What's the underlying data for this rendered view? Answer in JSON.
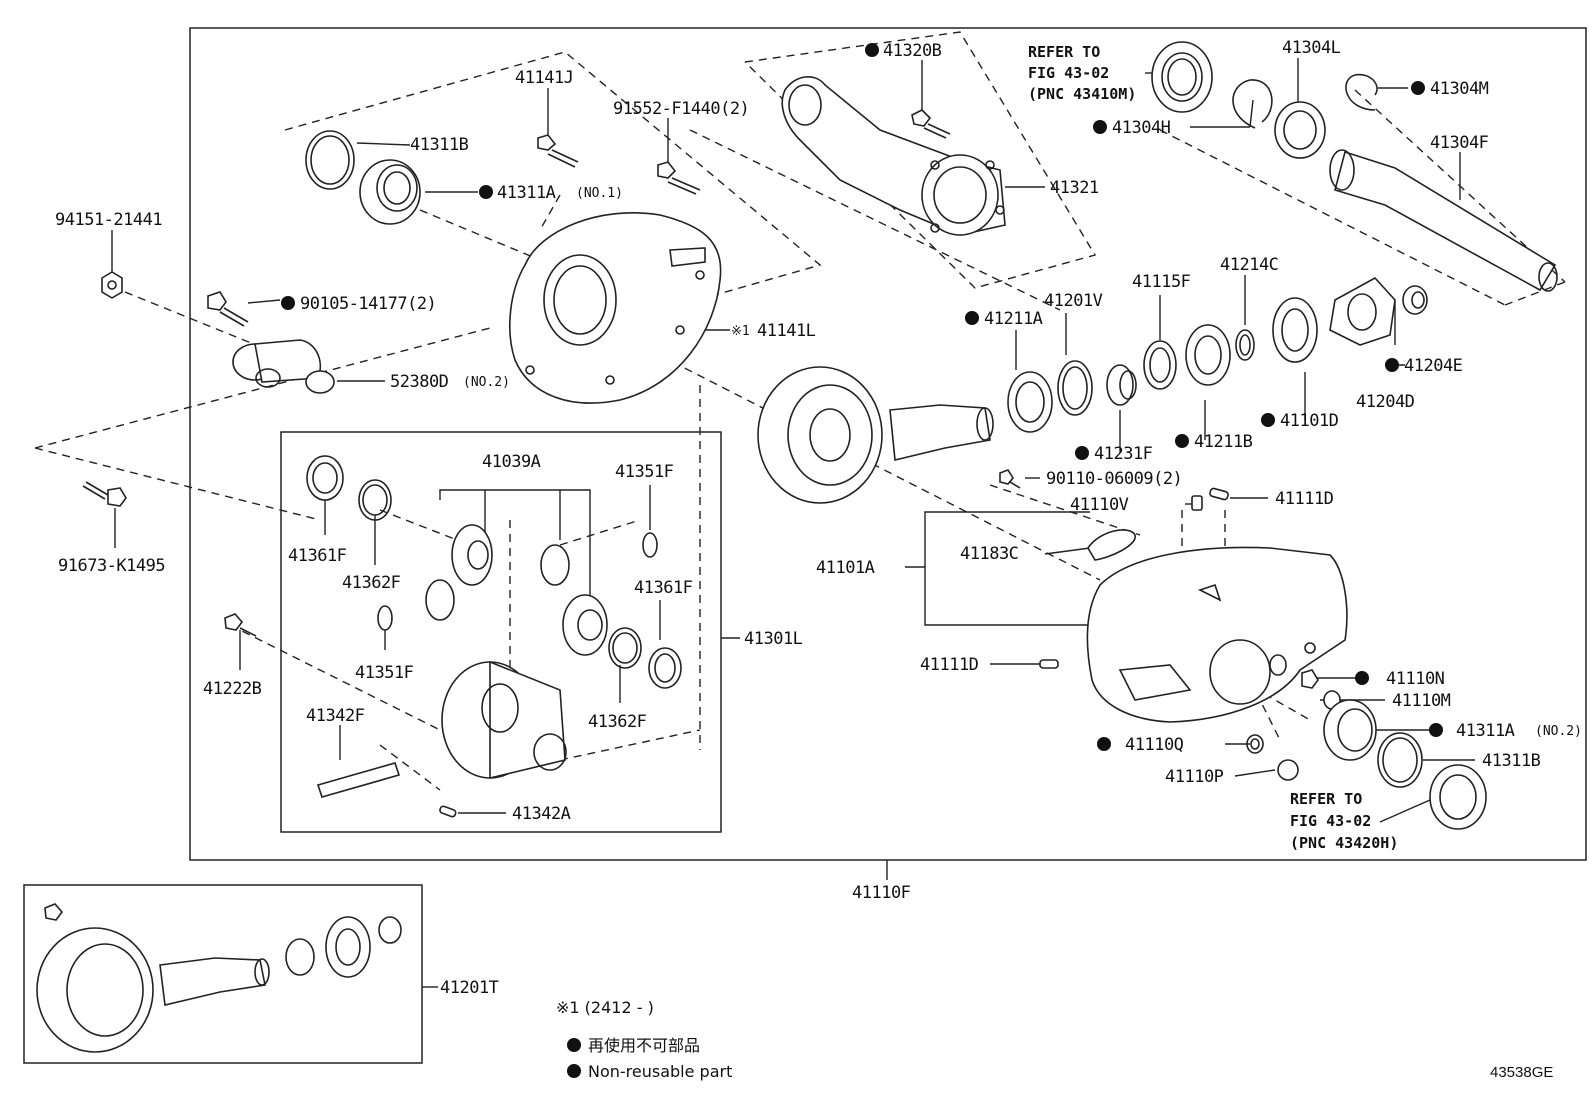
{
  "diagram_code": "43538GE",
  "main_assembly": "41110F",
  "parts": {
    "p41311B_top": "41311B",
    "p41311A_top": "41311A",
    "p41311A_top_note": "(NO.1)",
    "p41141J": "41141J",
    "p91552": "91552-F1440(2)",
    "p41320B": "41320B",
    "ref_top_1": "REFER TO",
    "ref_top_2": "FIG 43-02",
    "ref_top_3": "(PNC 43410M)",
    "p41304L": "41304L",
    "p41304M": "41304M",
    "p41304H": "41304H",
    "p41304F": "41304F",
    "p41321": "41321",
    "p94151": "94151-21441",
    "p90105": "90105-14177(2)",
    "p41141L_mark": "※1",
    "p41141L": "41141L",
    "p52380D": "52380D",
    "p52380D_note": "(NO.2)",
    "p91673": "91673-K1495",
    "p41211A": "41211A",
    "p41201V": "41201V",
    "p41115F": "41115F",
    "p41214C": "41214C",
    "p41204E": "41204E",
    "p41204D": "41204D",
    "p41101D": "41101D",
    "p41211B": "41211B",
    "p41231F": "41231F",
    "p90110": "90110-06009(2)",
    "p41110V": "41110V",
    "p41111D_top": "41111D",
    "p41183C": "41183C",
    "p41101A": "41101A",
    "p41039A": "41039A",
    "p41351F_top": "41351F",
    "p41361F_left": "41361F",
    "p41362F_left": "41362F",
    "p41361F_right": "41361F",
    "p41351F_bottom": "41351F",
    "p41301L": "41301L",
    "p41222B": "41222B",
    "p41342F": "41342F",
    "p41362F_right": "41362F",
    "p41342A": "41342A",
    "p41111D_bottom": "41111D",
    "p41110N": "41110N",
    "p41110M": "41110M",
    "p41311A_bottom": "41311A",
    "p41311A_bottom_note": "(NO.2)",
    "p41110Q": "41110Q",
    "p41311B_bottom": "41311B",
    "p41110P": "41110P",
    "ref_bottom_1": "REFER TO",
    "ref_bottom_2": "FIG 43-02",
    "ref_bottom_3": "(PNC 43420H)",
    "p41201T": "41201T"
  },
  "legend": {
    "footnote": "※1 (2412 -        )",
    "non_reusable_jp": "再使用不可部品",
    "non_reusable_en": "Non-reusable part"
  }
}
